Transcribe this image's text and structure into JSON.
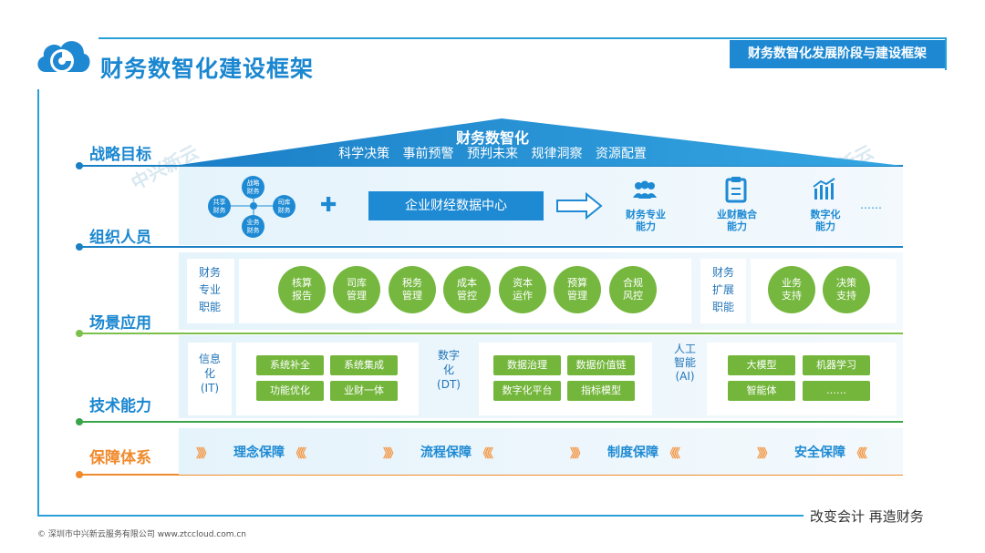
{
  "header": {
    "title": "财务数智化建设框架",
    "tab": "财务数智化发展阶段与建设框架"
  },
  "rows": [
    {
      "label": "战略目标"
    },
    {
      "label": "组织人员"
    },
    {
      "label": "场景应用"
    },
    {
      "label": "技术能力"
    },
    {
      "label": "保障体系"
    }
  ],
  "roof": {
    "title": "财务数智化",
    "subtitle": "科学决策  事前预警  预判未来  规律洞察  资源配置"
  },
  "org": {
    "circles": [
      {
        "label": "战略财务"
      },
      {
        "label": "共享财务"
      },
      {
        "label": "司库财务"
      },
      {
        "label": "业务财务"
      }
    ],
    "plus": "✚",
    "datacenter": "企业财经数据中心",
    "capabilities": [
      {
        "icon": "people-icon",
        "label": "财务专业能力"
      },
      {
        "icon": "document-icon",
        "label": "业财融合能力"
      },
      {
        "icon": "bar-chart-icon",
        "label": "数字化能力"
      }
    ],
    "ellipsis": "……"
  },
  "scene": {
    "left_label": "财务专业职能",
    "left_items": [
      "核算报告",
      "司库管理",
      "税务管理",
      "成本管控",
      "资本运作",
      "预算管理",
      "合规风控"
    ],
    "right_label": "财务扩展职能",
    "right_items": [
      "业务支持",
      "决策支持"
    ]
  },
  "tech": {
    "it_label": "信息化(IT)",
    "it_items": [
      "系统补全",
      "系统集成",
      "功能优化",
      "业财一体"
    ],
    "dt_label": "数字化(DT)",
    "dt_items": [
      "数据治理",
      "数据价值链",
      "数字化平台",
      "指标模型"
    ],
    "ai_label": "人工智能(AI)",
    "ai_items": [
      "大模型",
      "机器学习",
      "智能体",
      "……"
    ]
  },
  "guarantee": {
    "items": [
      "理念保障",
      "流程保障",
      "制度保障",
      "安全保障"
    ],
    "arrows": "》》》"
  },
  "watermark": "中兴新云",
  "footer": {
    "tagline": "改变会计  再造财务",
    "copyright": "© 深圳市中兴新云服务有限公司  www.ztccloud.com.cn"
  },
  "colors": {
    "primary_blue": "#1e8ad3",
    "green": "#74b63c",
    "orange": "#f39a4a",
    "rule_blue": "#1a7fc4"
  }
}
